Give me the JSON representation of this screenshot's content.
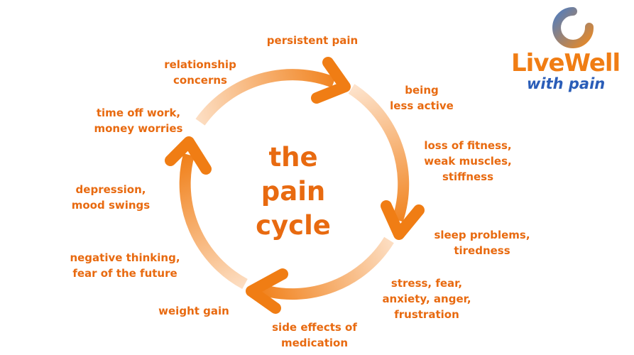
{
  "colors": {
    "accent": "#e86a10",
    "brand_orange": "#f07d14",
    "brand_blue": "#2a5db8"
  },
  "center": {
    "line1": "the",
    "line2": "pain",
    "line3": "cycle"
  },
  "labels": [
    {
      "lines": [
        "persistent pain"
      ]
    },
    {
      "lines": [
        "being",
        "less active"
      ]
    },
    {
      "lines": [
        "loss of fitness,",
        "weak muscles,",
        "stiffness"
      ]
    },
    {
      "lines": [
        "sleep problems,",
        "tiredness"
      ]
    },
    {
      "lines": [
        "stress, fear,",
        "anxiety, anger,",
        "frustration"
      ]
    },
    {
      "lines": [
        "side effects of",
        "medication"
      ]
    },
    {
      "lines": [
        "weight gain"
      ]
    },
    {
      "lines": [
        "negative thinking,",
        "fear of the future"
      ]
    },
    {
      "lines": [
        "depression,",
        "mood swings"
      ]
    },
    {
      "lines": [
        "time off work,",
        "money worries"
      ]
    },
    {
      "lines": [
        "relationship",
        "concerns"
      ]
    }
  ],
  "logo": {
    "word1": "Live",
    "word2": "Well",
    "tagline": "with pain",
    "icon": "logo-ring-icon"
  }
}
